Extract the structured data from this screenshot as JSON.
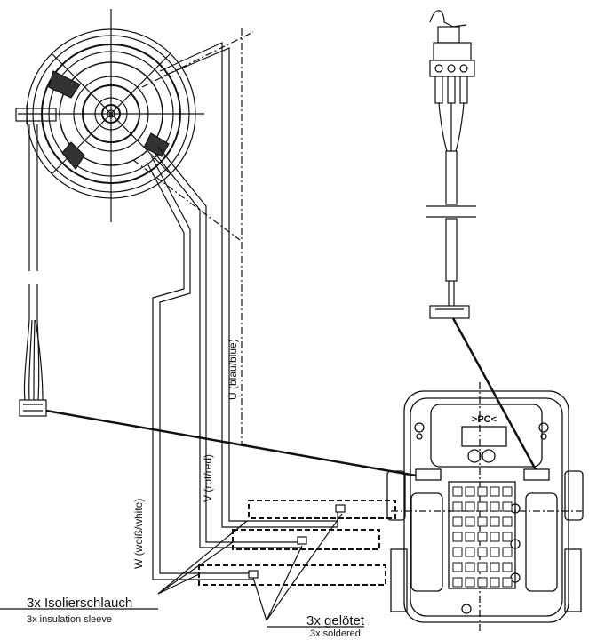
{
  "labels": {
    "wire_u": "U (blau/blue)",
    "wire_v": "V (rot/red)",
    "wire_w": "W (weiß/white)",
    "sleeve_de": "3x Isolierschlauch",
    "sleeve_en": "3x insulation sleeve",
    "solder_de": "3x gelötet",
    "solder_en": "3x soldered",
    "pcb_logo": ">PC<"
  },
  "colors": {
    "line": "#111111",
    "background": "#ffffff"
  }
}
